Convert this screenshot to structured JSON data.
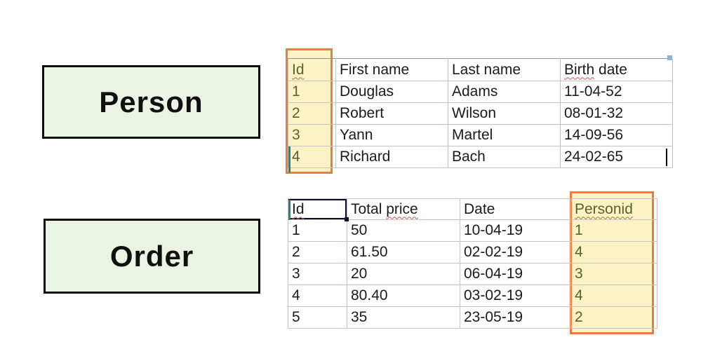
{
  "entities": [
    {
      "label": "Person"
    },
    {
      "label": "Order"
    }
  ],
  "colors": {
    "highlight_fill": "#fbf3c5",
    "highlight_border": "#e87e3b",
    "highlight_text": "#5c5e2f",
    "grid_line": "#c1c5c6",
    "entity_fill": "#ebf4e3",
    "entity_border": "#0b0b0b",
    "selection_border": "#0d0d2b",
    "cursor_teal": "#2f7e81",
    "squiggle_red": "#df4f3b"
  },
  "tables": [
    {
      "name": "Person",
      "headers": [
        {
          "parts": [
            {
              "t": "Id",
              "sq": true
            }
          ],
          "highlight": true
        },
        {
          "parts": [
            {
              "t": "First name",
              "sq": false
            }
          ]
        },
        {
          "parts": [
            {
              "t": "Last name",
              "sq": false
            }
          ]
        },
        {
          "parts": [
            {
              "t": "Birth",
              "sq": true
            },
            {
              "t": " date",
              "sq": false
            }
          ]
        }
      ],
      "rows": [
        {
          "cells": [
            "1",
            "Douglas",
            "Adams",
            "11-04-52"
          ]
        },
        {
          "cells": [
            "2",
            "Robert",
            "Wilson",
            "08-01-32"
          ]
        },
        {
          "cells": [
            "3",
            "Yann",
            "Martel",
            "14-09-56"
          ]
        },
        {
          "cells": [
            "4",
            "Richard",
            "Bach",
            "24-02-65"
          ]
        }
      ]
    },
    {
      "name": "Order",
      "headers": [
        {
          "parts": [
            {
              "t": "Id",
              "sq": true
            }
          ],
          "selected": true
        },
        {
          "parts": [
            {
              "t": "Total ",
              "sq": false
            },
            {
              "t": "price",
              "sq": true
            }
          ]
        },
        {
          "parts": [
            {
              "t": "Date",
              "sq": false
            }
          ]
        },
        {
          "parts": [
            {
              "t": "Personid",
              "sq": true
            }
          ],
          "highlight": true
        }
      ],
      "rows": [
        {
          "cells": [
            "1",
            "50",
            "10-04-19",
            "1"
          ]
        },
        {
          "cells": [
            "2",
            "61.50",
            "02-02-19",
            "4"
          ]
        },
        {
          "cells": [
            "3",
            "20",
            "06-04-19",
            "3"
          ]
        },
        {
          "cells": [
            "4",
            "80.40",
            "03-02-19",
            "4"
          ]
        },
        {
          "cells": [
            "5",
            "35",
            "23-05-19",
            "2"
          ]
        }
      ]
    }
  ]
}
